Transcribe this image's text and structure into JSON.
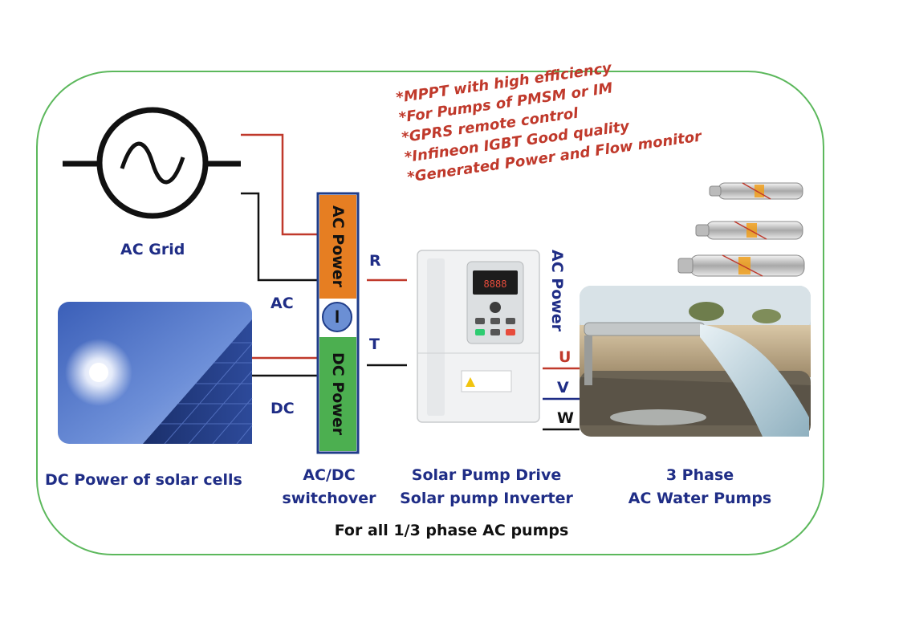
{
  "features": [
    "*MPPT with high efficiency",
    "*For Pumps of PMSM or IM",
    "*GPRS remote control",
    "*Infineon IGBT Good quality",
    "*Generated Power and Flow monitor"
  ],
  "labels": {
    "ac_grid": "AC Grid",
    "ac": "AC",
    "dc": "DC",
    "solar_cells": "DC Power of solar cells",
    "switchover_line1": "AC/DC",
    "switchover_line2": "switchover",
    "drive_line1": "Solar Pump Drive",
    "drive_line2": "Solar pump Inverter",
    "pumps_line1": "3 Phase",
    "pumps_line2": "AC Water Pumps",
    "footer": "For all 1/3 phase AC pumps",
    "r": "R",
    "t": "T",
    "u": "U",
    "v": "V",
    "w": "W",
    "ac_power_out": "AC Power"
  },
  "switch": {
    "ac_power": "AC Power",
    "dc_power": "DC Power",
    "toggle": "I"
  },
  "colors": {
    "frame": "#5cb85c",
    "label_blue": "#1f2d86",
    "feature_red": "#c0392b",
    "ac_block": "#e67e22",
    "dc_block": "#4caf50",
    "switch_border": "#1f3c88",
    "wire_red": "#c0392b",
    "wire_black": "#111111",
    "wire_blue": "#1f2d86"
  }
}
